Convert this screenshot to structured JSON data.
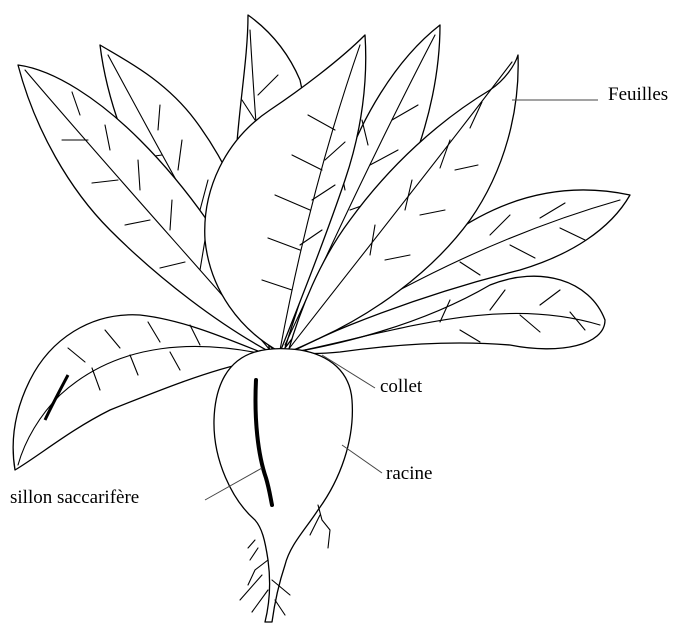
{
  "labels": {
    "leaves": "Feuilles",
    "collar": "collet",
    "root": "racine",
    "groove": "sillon saccarifère"
  },
  "colors": {
    "line": "#000000",
    "leader": "#444444",
    "background": "#ffffff"
  }
}
